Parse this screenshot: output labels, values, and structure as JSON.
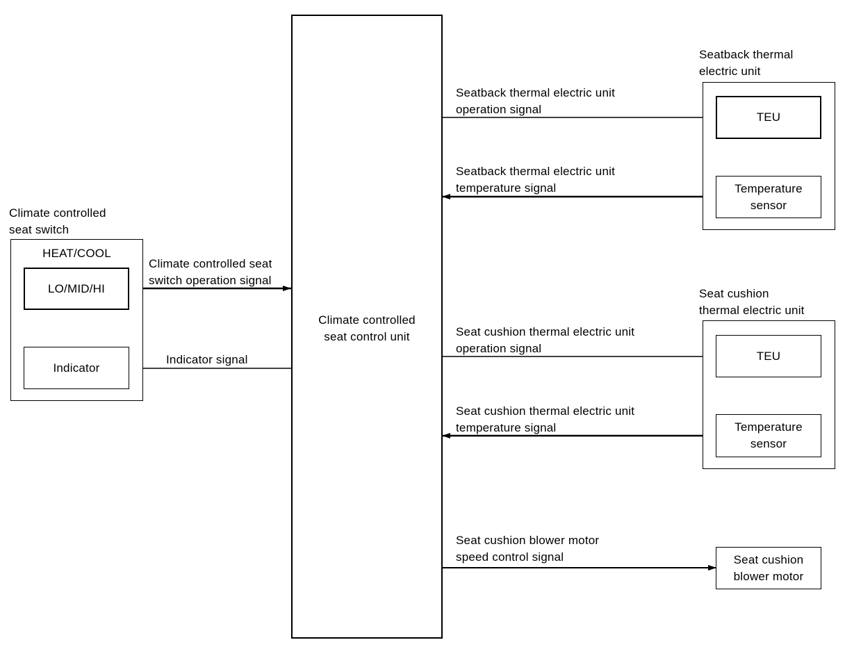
{
  "switch": {
    "title": "Climate controlled\nseat switch",
    "group_label": "HEAT/COOL",
    "lo_mid_hi": "LO/MID/HI",
    "indicator": "Indicator"
  },
  "control_unit": {
    "label": "Climate controlled\nseat control unit"
  },
  "signals": {
    "switch_operation": "Climate controlled seat\nswitch operation signal",
    "indicator": "Indicator signal",
    "seatback_operation": "Seatback thermal electric unit\noperation signal",
    "seatback_temperature": "Seatback thermal electric unit\ntemperature signal",
    "cushion_operation": "Seat cushion thermal electric unit\noperation signal",
    "cushion_temperature": "Seat cushion thermal electric unit\ntemperature signal",
    "blower_speed": "Seat cushion blower motor\nspeed control signal"
  },
  "seatback_teu": {
    "title": "Seatback thermal\nelectric unit",
    "teu": "TEU",
    "sensor": "Temperature\nsensor"
  },
  "cushion_teu": {
    "title": "Seat cushion\nthermal electric unit",
    "teu": "TEU",
    "sensor": "Temperature\nsensor"
  },
  "blower": {
    "label": "Seat cushion\nblower motor"
  }
}
